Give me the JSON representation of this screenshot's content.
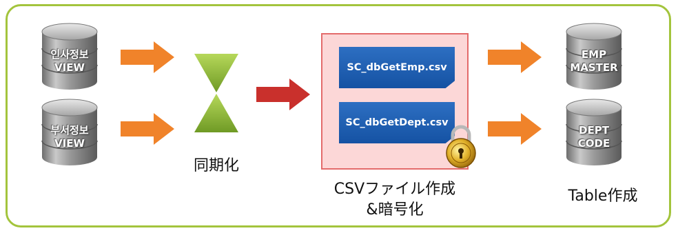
{
  "sources": [
    {
      "line1": "인사정보",
      "line2": "VIEW"
    },
    {
      "line1": "부서정보",
      "line2": "VIEW"
    }
  ],
  "targets": [
    {
      "line1": "EMP",
      "line2": "MASTER"
    },
    {
      "line1": "DEPT",
      "line2": "CODE"
    }
  ],
  "sync_caption": "同期化",
  "files": [
    "SC_dbGetEmp.csv",
    "SC_dbGetDept.csv"
  ],
  "csv_caption_line1": "CSVファイル作成",
  "csv_caption_line2": "&暗号化",
  "table_caption": "Table作成",
  "colors": {
    "frame": "#a3c43c",
    "arrow_orange": "#f0832a",
    "arrow_red": "#c9302c",
    "hourglass": "#8fbd3a",
    "file_tag": "#1a5aab",
    "panel_fill": "#fcd7d7",
    "panel_border": "#e36a6a"
  }
}
